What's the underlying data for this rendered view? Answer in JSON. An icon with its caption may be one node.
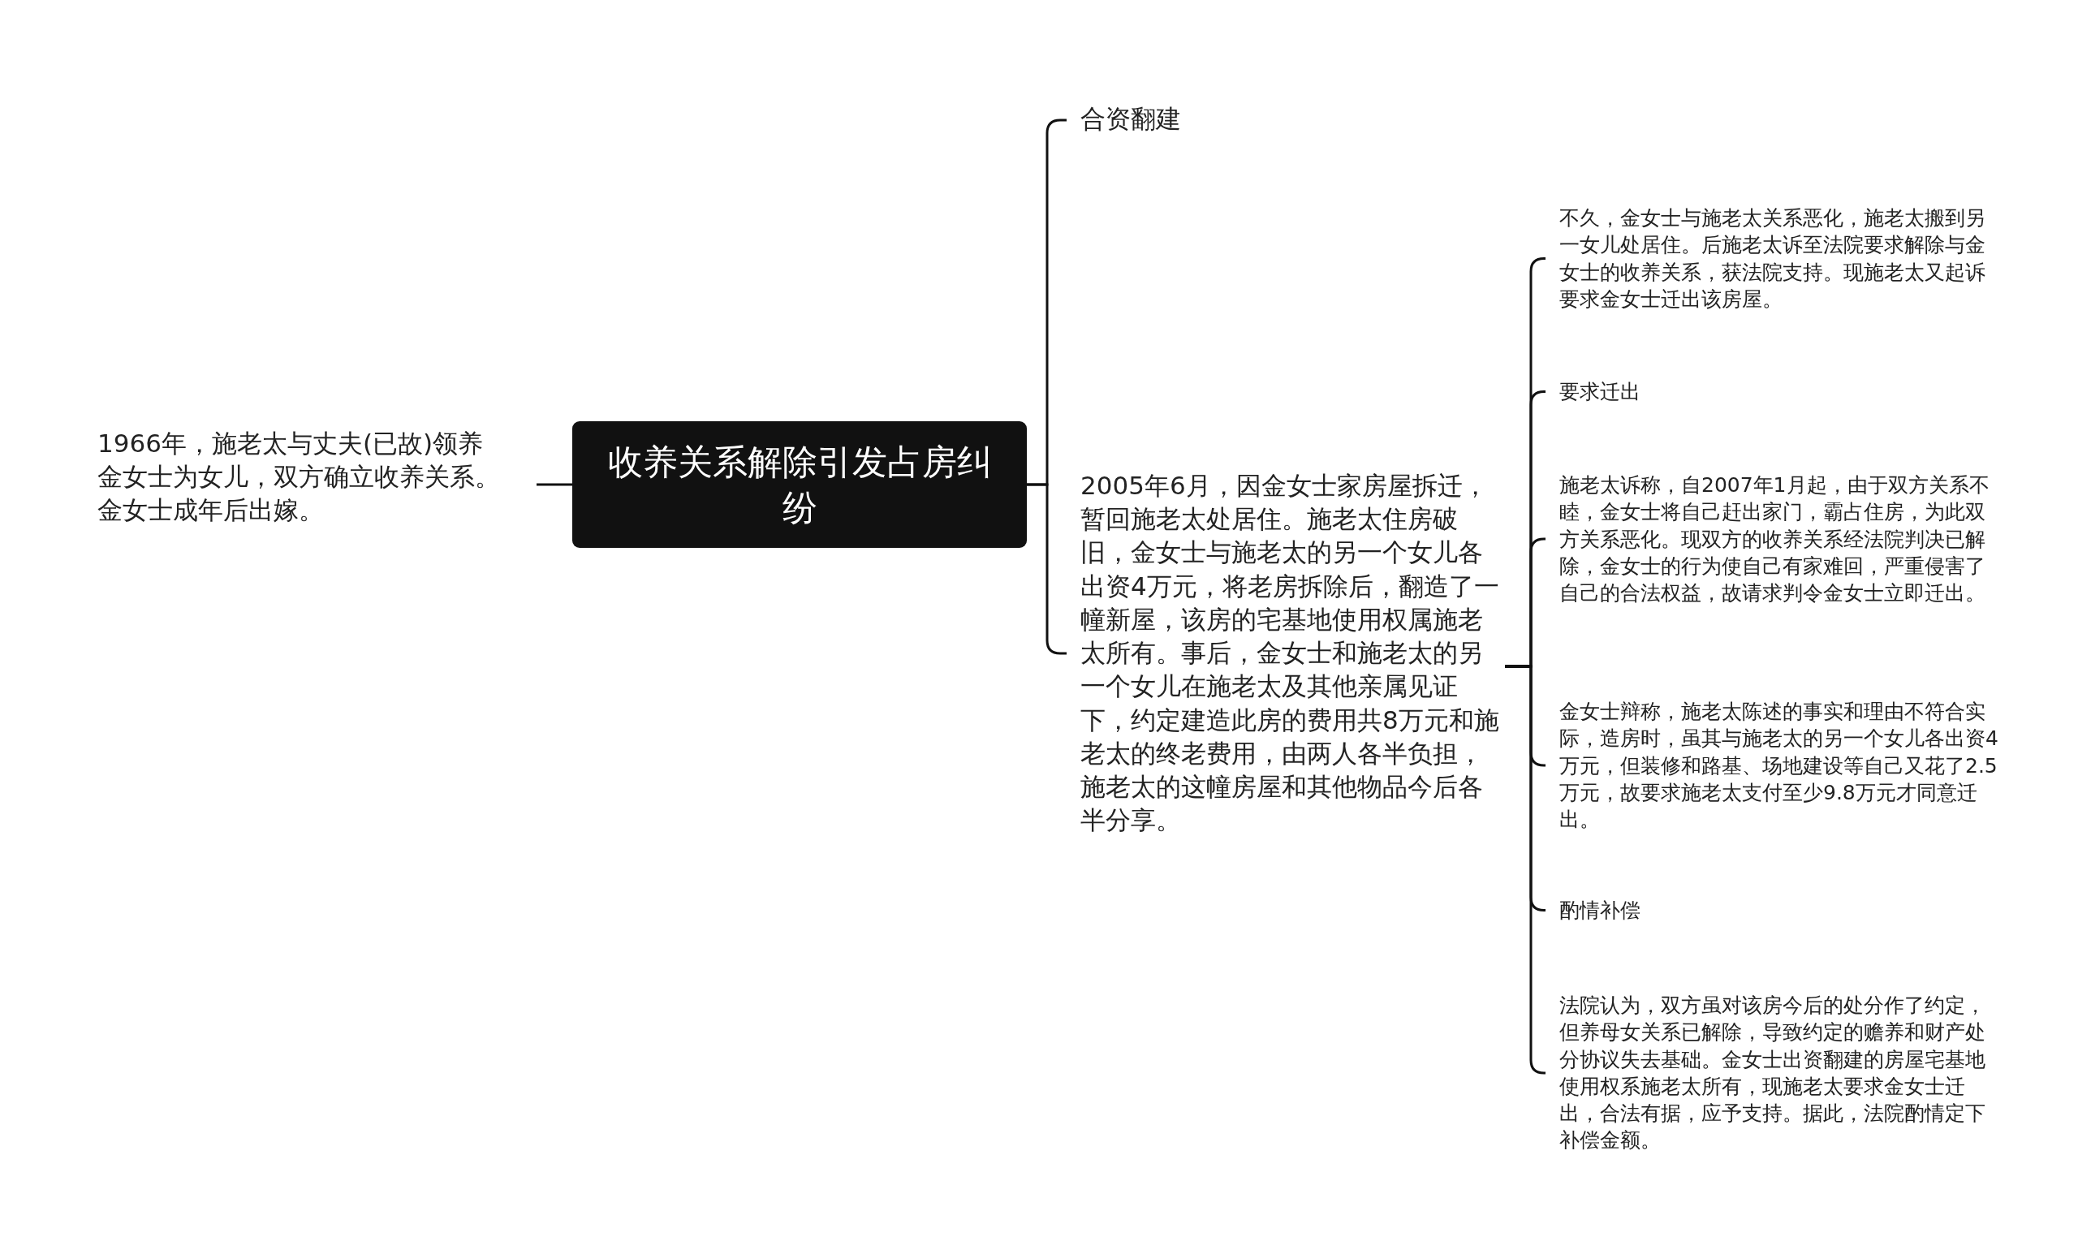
{
  "diagram": {
    "nodes": [
      {
        "text": [
          "收养关系解除引发占房纠纷"
        ]
      },
      {
        "text": [
          "1966年，施老太与丈夫(已故)领养金女士为女儿，双方确立收养关系。金女士成年后出嫁。"
        ]
      },
      {
        "text": [
          "合资翻建"
        ]
      },
      {
        "text": [
          "2005年6月，因金女士家房屋拆迁，暂回施老太处居住。施老太住房破旧，金女士与施老太的另一个女儿各出资4万元，将老房拆除后，翻造了一幢新屋，该房的宅基地使用权属施老太所有。事后，金女士和施老太的另一个女儿在施老太及其他亲属见证下，约定建造此房的费用共8万元和施老太的终老费用，由两人各半负担，施老太的这幢房屋和其他物品今后各半分享。"
        ]
      },
      {
        "text": [
          "不久，金女士与施老太关系恶化，施老太搬到另一女儿处居住。后施老太诉至法院要求解除与金女士的收养关系，获法院支持。现施老太又起诉要求金女士迁出该房屋。"
        ]
      },
      {
        "text": [
          "要求迁出"
        ]
      },
      {
        "text": [
          "施老太诉称，自2007年1月起，由于双方关系不睦，金女士将自己赶出家门，霸占住房，为此双方关系恶化。现双方的收养关系经法院判决已解除，金女士的行为使自己有家难回，严重侵害了自己的合法权益，故请求判令金女士立即迁出。"
        ]
      },
      {
        "text": [
          "金女士辩称，施老太陈述的事实和理由不符合实际，造房时，虽其与施老太的另一个女儿各出资4万元，但装修和路基、场地建设等自己又花了2.5万元，故要求施老太支付至少9.8万元才同意迁出。"
        ]
      },
      {
        "text": [
          "酌情补偿"
        ]
      },
      {
        "text": [
          "法院认为，双方虽对该房今后的处分作了约定，但养母女关系已解除，导致约定的赡养和财产处分协议失去基础。金女士出资翻建的房屋宅基地使用权系施老太所有，现施老太要求金女士迁出，合法有据，应予支持。据此，法院酌情定下补偿金额。"
        ]
      }
    ],
    "edges": [
      {
        "from": 0,
        "to": 1,
        "arrow": "none"
      },
      {
        "from": 0,
        "to": 2,
        "arrow": "none"
      },
      {
        "from": 0,
        "to": 3,
        "arrow": "none"
      },
      {
        "from": 3,
        "to": 4,
        "arrow": "none"
      },
      {
        "from": 3,
        "to": 5,
        "arrow": "none"
      },
      {
        "from": 3,
        "to": 6,
        "arrow": "none"
      },
      {
        "from": 3,
        "to": 7,
        "arrow": "none"
      },
      {
        "from": 3,
        "to": 8,
        "arrow": "none"
      },
      {
        "from": 3,
        "to": 9,
        "arrow": "none"
      }
    ]
  }
}
